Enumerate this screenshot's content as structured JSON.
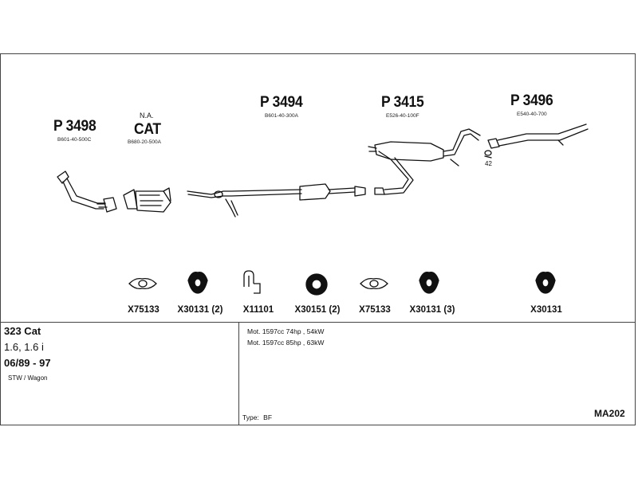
{
  "parts": {
    "p3498": {
      "number": "P 3498",
      "code": "B601-40-500C"
    },
    "cat": {
      "note": "N.A.",
      "number": "CAT",
      "code": "B680-20-500A"
    },
    "p3494": {
      "number": "P 3494",
      "code": "B601-40-300A"
    },
    "p3415": {
      "number": "P 3415",
      "code": "E526-40-100F"
    },
    "p3496": {
      "number": "P 3496",
      "code": "E540-40-700"
    },
    "callout": "42"
  },
  "fittings": [
    {
      "label": "X75133",
      "icon": "flange-gasket-icon"
    },
    {
      "label": "X30131 (2)",
      "icon": "rubber-hanger-icon"
    },
    {
      "label": "X11101",
      "icon": "u-bolt-icon"
    },
    {
      "label": "X30151 (2)",
      "icon": "ring-gasket-icon"
    },
    {
      "label": "X75133",
      "icon": "flange-gasket-icon"
    },
    {
      "label": "X30131 (3)",
      "icon": "rubber-hanger-icon"
    },
    {
      "label": "X30131",
      "icon": "rubber-hanger-icon"
    }
  ],
  "vehicle": {
    "model": "323 Cat",
    "engines": "1.6, 1.6 i",
    "years": "06/89 - 97",
    "body": "STW / Wagon"
  },
  "motors": [
    "Mot. 1597cc 74hp , 54kW",
    "Mot. 1597cc 85hp , 63kW"
  ],
  "type": {
    "label": "Type:",
    "value": "BF"
  },
  "diagram_code": "MA202"
}
